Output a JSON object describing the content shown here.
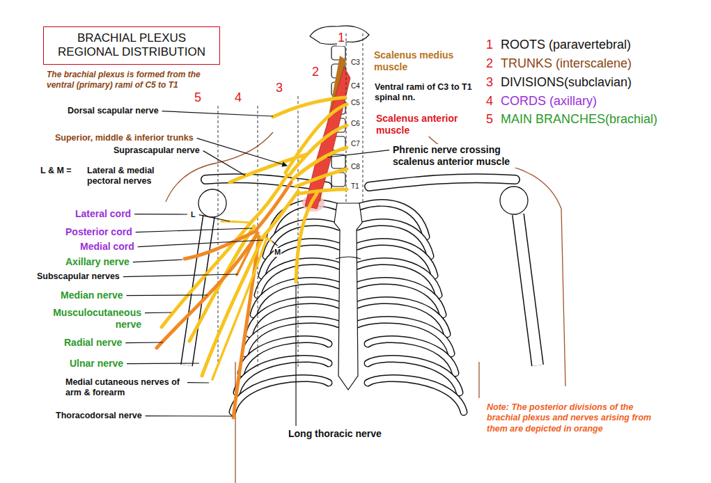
{
  "diagram": {
    "title": "BRACHIAL PLEXUS REGIONAL DISTRIBUTION",
    "labels": [
      "The brachial plexus is formed from the ventral (primary) rami of C5 to T1",
      "1",
      "2",
      "3",
      "4",
      "5",
      "Dorsal scapular nerve",
      "Superior, middle & inferior trunks",
      "Suprascapular nerve",
      "L & M =",
      "Lateral & medial pectoral nerves",
      "Lateral cord",
      "Posterior cord",
      "Medial cord",
      "Axillary nerve",
      "Subscapular nerves",
      "Median nerve",
      "Musculocutaneous nerve",
      "Radial nerve",
      "Ulnar nerve",
      "Medial cutaneous nerves of arm & forearm",
      "Thoracodorsal nerve",
      "Long thoracic nerve",
      "L",
      "M",
      "Scalenus medius muscle",
      "Ventral rami of C3 to T1 spinal nn.",
      "Scalenus anterior muscle",
      "Phrenic nerve crossing scalenus anterior muscle",
      "C3",
      "C4",
      "C5",
      "C6",
      "C7",
      "C8",
      "T1",
      "1",
      "ROOTS (paravertebral)",
      "2",
      "TRUNKS (interscalene)",
      "3",
      "DIVISIONS(subclavian)",
      "4",
      "CORDS (axillary)",
      "5",
      "MAIN BRANCHES(brachial)",
      "Note: The posterior divisions of the brachial plexus and nerves arising from them are depicted in orange"
    ]
  }
}
